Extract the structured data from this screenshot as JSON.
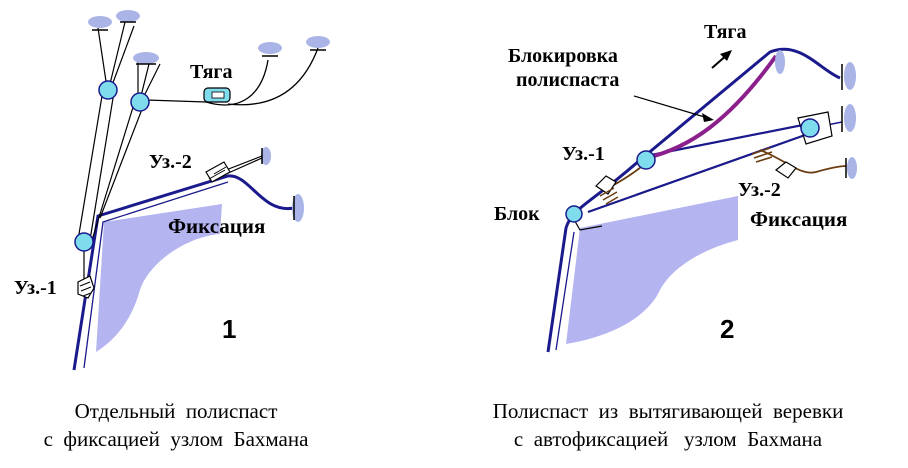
{
  "panel1": {
    "number": "1",
    "labels": {
      "pull": "Тяга",
      "knot2": "Уз.-2",
      "fixation": "Фиксация",
      "knot1": "Уз.-1"
    },
    "caption": [
      "Отдельный  полиспаст",
      "с  фиксацией  узлом  Бахмана"
    ]
  },
  "panel2": {
    "number": "2",
    "labels": {
      "pull": "Тяга",
      "lock": [
        "Блокировка",
        "полиспаста"
      ],
      "knot1": "Уз.-1",
      "knot2": "Уз.-2",
      "block": "Блок",
      "fixation": "Фиксация"
    },
    "caption": [
      "Полиспаст  из  вытягивающей  веревки",
      "с  автофиксацией   узлом  Бахмана"
    ]
  },
  "colors": {
    "rope": "#1a1a8c",
    "lock_rope": "#8b1f8b",
    "cord": "#6b3d12",
    "slope": "#b4b4f0",
    "pulley": "#7fdcec",
    "anchor": "#aab4e6"
  }
}
